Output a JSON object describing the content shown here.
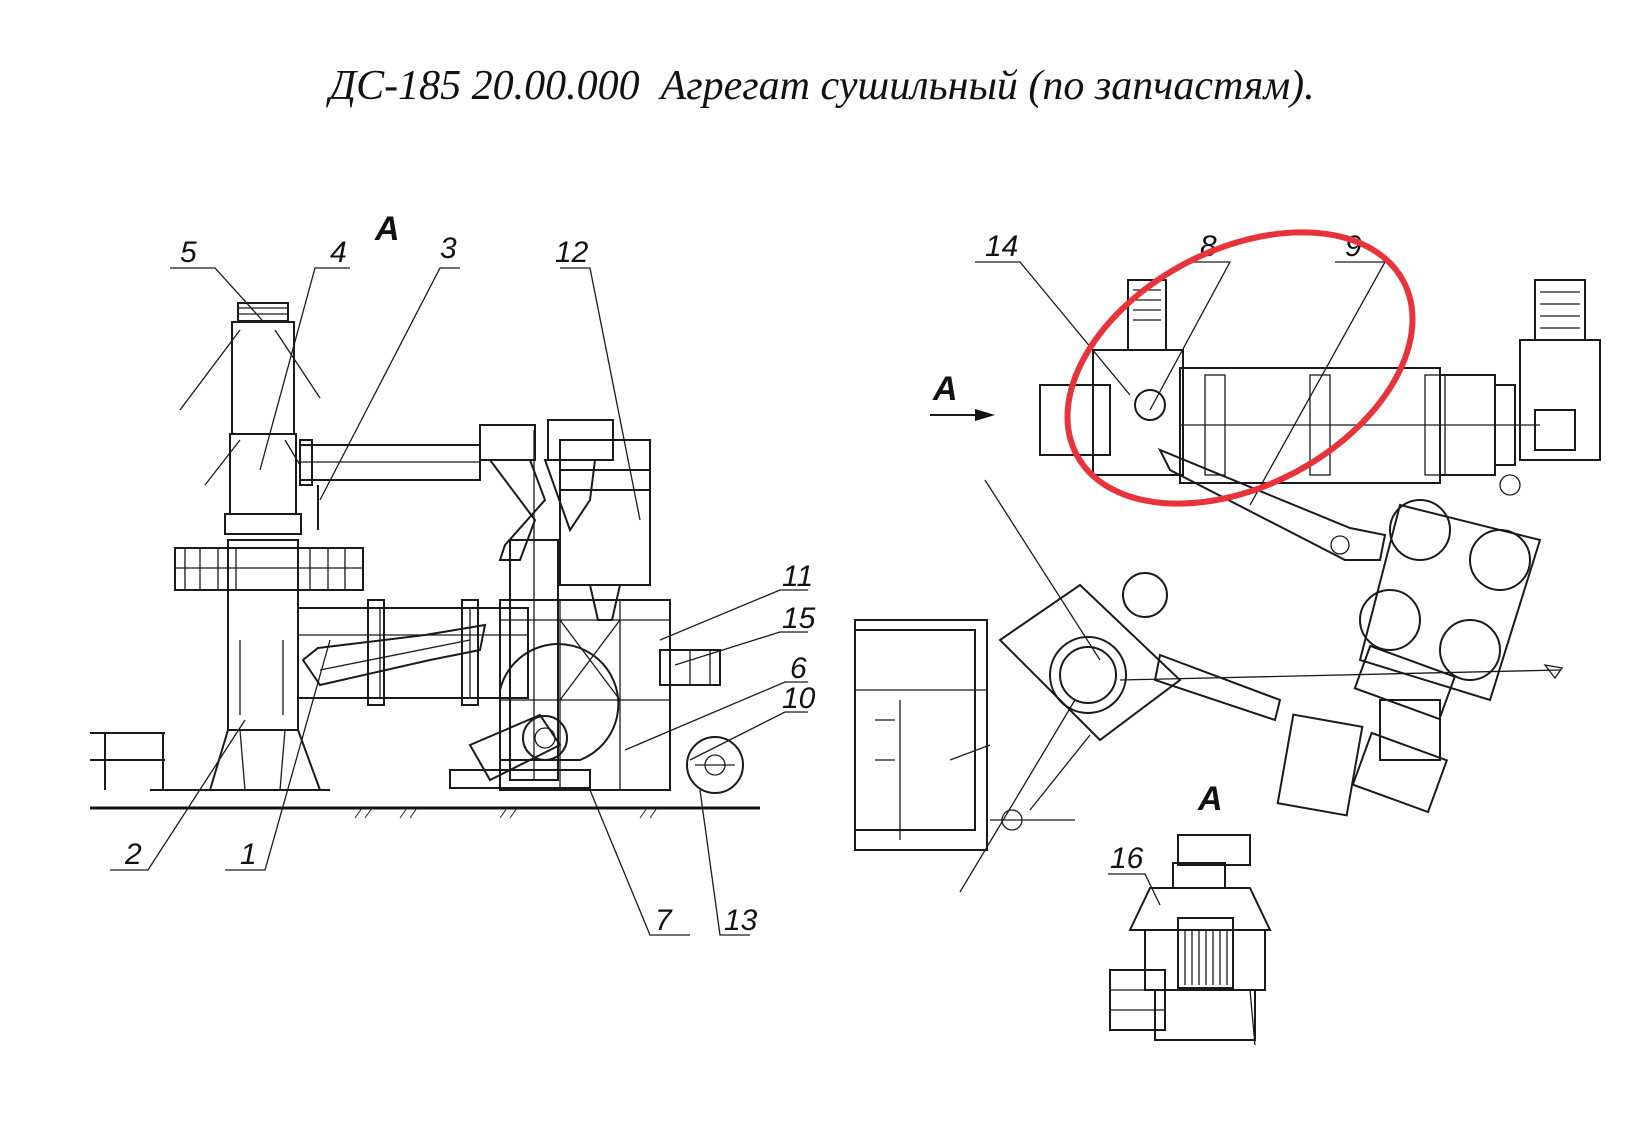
{
  "title": "ДС-185 20.00.000  Агрегат сушильный (по запчастям).",
  "view_labels": {
    "left_view": "A",
    "right_arrow": "A",
    "detail_view": "A"
  },
  "callouts_left": [
    "5",
    "4",
    "3",
    "12",
    "11",
    "15",
    "6",
    "10",
    "2",
    "1",
    "7",
    "13"
  ],
  "callouts_right": [
    "14",
    "8",
    "9",
    "16"
  ],
  "highlight": {
    "shape": "ellipse",
    "color": "#e8333a",
    "encircles": [
      "8",
      "9"
    ]
  },
  "colors": {
    "ink": "#1a1a1a",
    "highlight": "#e8333a",
    "background": "#ffffff"
  }
}
